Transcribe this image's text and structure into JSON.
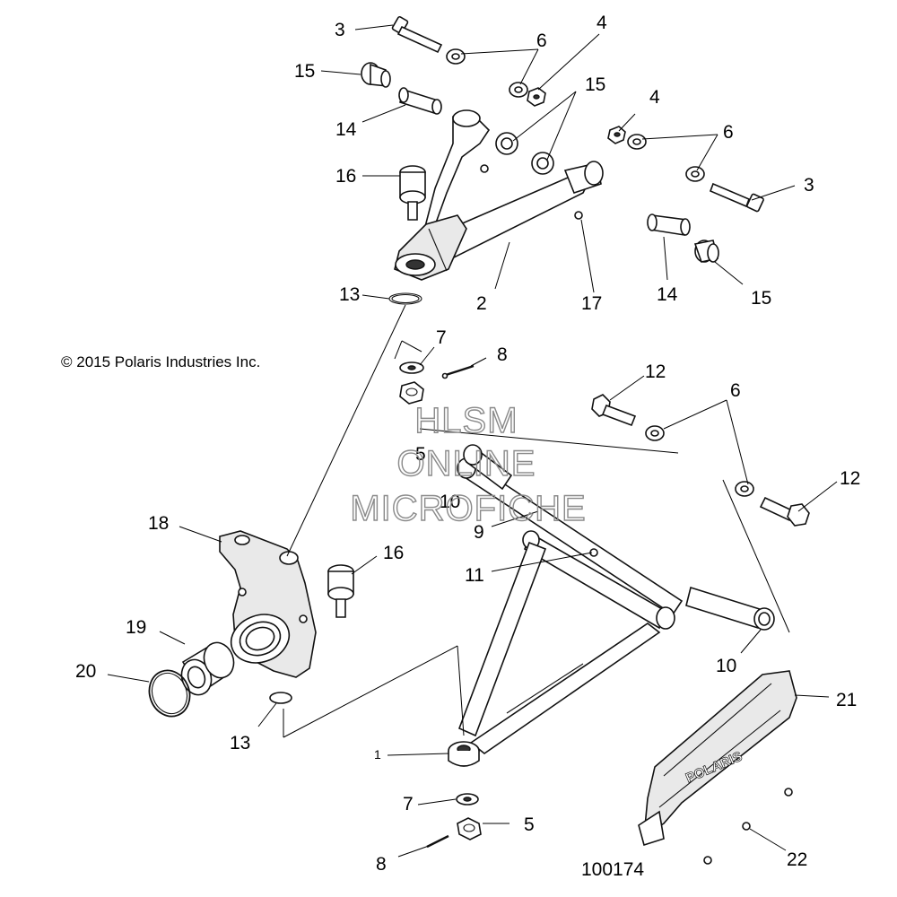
{
  "copyright": "© 2015 Polaris Industries Inc.",
  "diagram_number": "100174",
  "watermark": [
    "HLSM",
    "ONLINE",
    "MICROFICHE"
  ],
  "guard_brand": "POLARIS",
  "callouts": {
    "c1": "1",
    "c2": "2",
    "c3a": "3",
    "c3b": "3",
    "c4a": "4",
    "c4b": "4",
    "c5a": "5",
    "c5b": "5",
    "c6a": "6",
    "c6b": "6",
    "c6c": "6",
    "c7a": "7",
    "c7b": "7",
    "c8a": "8",
    "c8b": "8",
    "c9": "9",
    "c10a": "10",
    "c10b": "10",
    "c11": "11",
    "c12a": "12",
    "c12b": "12",
    "c13a": "13",
    "c13b": "13",
    "c14a": "14",
    "c14b": "14",
    "c15a": "15",
    "c15b": "15",
    "c15c": "15",
    "c16a": "16",
    "c16b": "16",
    "c17": "17",
    "c18": "18",
    "c19": "19",
    "c20": "20",
    "c21": "21",
    "c22": "22"
  }
}
